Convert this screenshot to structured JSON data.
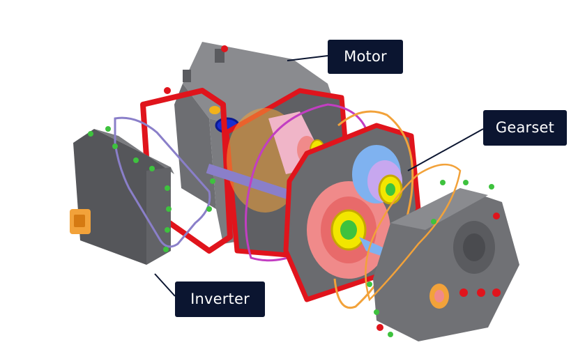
{
  "labels": {
    "motor": "Motor",
    "gearset": "Gearset",
    "inverter": "Inverter"
  },
  "colors": {
    "housing_gray": "#6d6e72",
    "housing_dark": "#4a4b4f",
    "gasket_red": "#e0141c",
    "gear_pink": "#f08a8a",
    "gear_blue": "#7fb2f0",
    "bearing_yellow": "#f2e600",
    "bolt_green": "#3ec23e",
    "connector_orange": "#f2a23a",
    "shaft_purple": "#8a7fc9",
    "seal_magenta": "#c23ec2",
    "callout_bg": "#0b1530"
  }
}
